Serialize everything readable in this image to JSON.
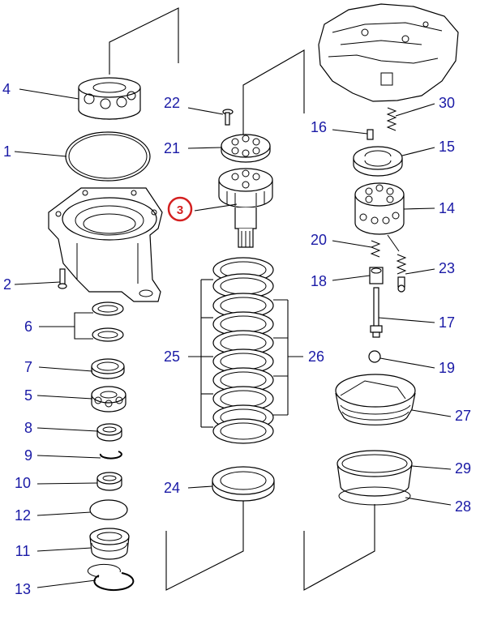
{
  "labels": {
    "p1": "1",
    "p2": "2",
    "p3": "3",
    "p4": "4",
    "p5": "5",
    "p6": "6",
    "p7": "7",
    "p8": "8",
    "p9": "9",
    "p10": "10",
    "p11": "11",
    "p12": "12",
    "p13": "13",
    "p14": "14",
    "p15": "15",
    "p16": "16",
    "p17": "17",
    "p18": "18",
    "p19": "19",
    "p20": "20",
    "p21": "21",
    "p22": "22",
    "p23": "23",
    "p24": "24",
    "p25": "25",
    "p26": "26",
    "p27": "27",
    "p28": "28",
    "p29": "29",
    "p30": "30"
  },
  "highlighted_part": "3",
  "colors": {
    "label": "#1a1aa6",
    "highlight": "#d42020",
    "line": "#000000",
    "background": "#ffffff"
  }
}
